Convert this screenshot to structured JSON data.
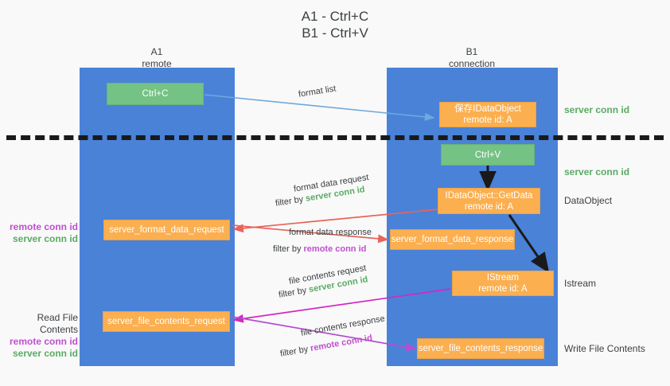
{
  "title": {
    "line1": "A1 - Ctrl+C",
    "line2": "B1 - Ctrl+V"
  },
  "lanes": [
    {
      "name": "lane-a",
      "title": "A1",
      "subtitle": "remote"
    },
    {
      "name": "lane-b",
      "title": "B1",
      "subtitle": "connection"
    }
  ],
  "colors": {
    "lane": "#4a82d8",
    "green_box": "#74c284",
    "orange_box": "#fbaf4f",
    "server_conn_id": "#5aab63",
    "remote_conn_id": "#c04fd0",
    "arrow_blue": "#6fa8dc",
    "arrow_red": "#e8645a",
    "arrow_magenta": "#d428c0",
    "arrow_purple": "#b44fd0",
    "arrow_black": "#1a1a1a",
    "divider": "#1a1a1a"
  },
  "boxes": {
    "ctrl_c": {
      "label": "Ctrl+C"
    },
    "save_idataobject": {
      "line1": "保存IDataObject",
      "line2": "remote id: A"
    },
    "ctrl_v": {
      "label": "Ctrl+V"
    },
    "getdata": {
      "line1": "IDataObject::GetData",
      "line2": "remote id: A"
    },
    "server_format_data_request": {
      "label": "server_format_data_request"
    },
    "server_format_data_response": {
      "label": "server_format_data_response"
    },
    "istream": {
      "line1": "IStream",
      "line2": "remote id: A"
    },
    "server_file_contents_request": {
      "label": "server_file_contents_request"
    },
    "server_file_contents_response": {
      "label": "server_file_contents_response"
    }
  },
  "right_labels": {
    "server_conn_id_1": "server conn id",
    "server_conn_id_2": "server conn id",
    "dataobject": "DataObject",
    "istream": "Istream",
    "write_file_contents": "Write File Contents"
  },
  "left_labels": {
    "format_remote": "remote conn id",
    "format_server": "server conn id",
    "read_file_contents": "Read File Contents",
    "file_remote": "remote conn id",
    "file_server": "server conn id"
  },
  "edge_labels": {
    "format_list": "format list",
    "format_data_request": "format data request",
    "format_data_request_filter_prefix": "filter by ",
    "format_data_request_filter_value": "server conn id",
    "format_data_response": "format data response",
    "format_data_response_filter_prefix": "filter by ",
    "format_data_response_filter_value": "remote conn id",
    "file_contents_request": "file contents request",
    "file_contents_request_filter_prefix": "filter by ",
    "file_contents_request_filter_value": "server conn id",
    "file_contents_response": "file contents response",
    "file_contents_response_filter_prefix": "filter by ",
    "file_contents_response_filter_value": "remote conn id"
  }
}
